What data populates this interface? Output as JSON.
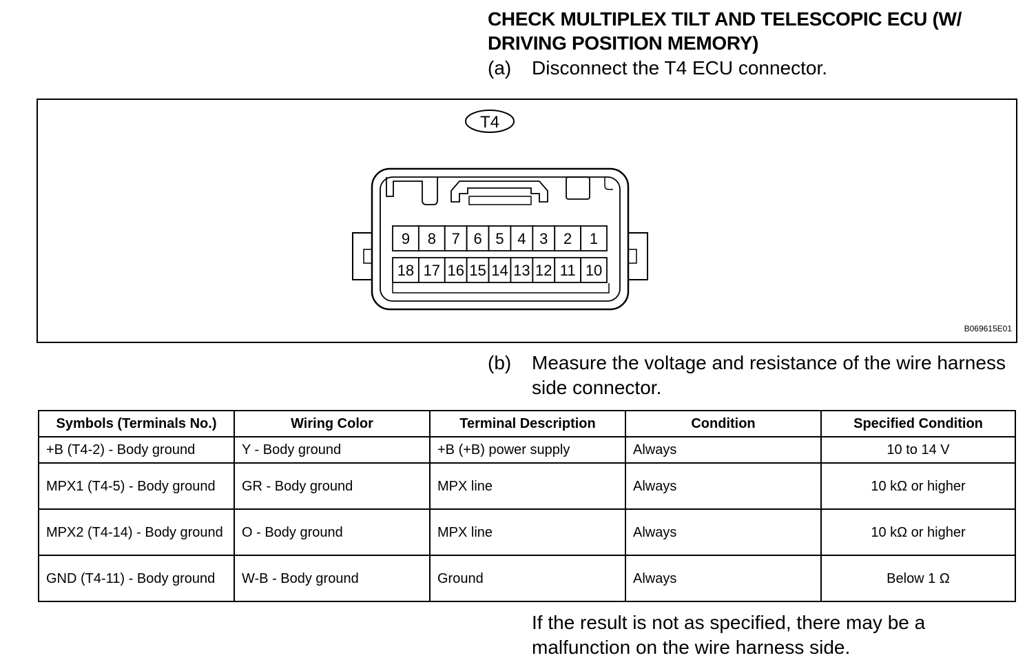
{
  "heading": "CHECK MULTIPLEX TILT AND TELESCOPIC ECU (W/ DRIVING POSITION MEMORY)",
  "step_a": {
    "label": "(a)",
    "text": "Disconnect the T4 ECU connector."
  },
  "figure": {
    "connector_label": "T4",
    "figure_code": "B069615E01",
    "top_row_pins": [
      "9",
      "8",
      "7",
      "6",
      "5",
      "4",
      "3",
      "2",
      "1"
    ],
    "bottom_row_pins": [
      "18",
      "17",
      "16",
      "15",
      "14",
      "13",
      "12",
      "11",
      "10"
    ]
  },
  "step_b": {
    "label": "(b)",
    "text": "Measure the voltage and resistance of the wire harness side connector."
  },
  "table": {
    "headers": [
      "Symbols (Terminals No.)",
      "Wiring Color",
      "Terminal Description",
      "Condition",
      "Specified Condition"
    ],
    "rows": [
      [
        "+B (T4-2) - Body ground",
        "Y - Body ground",
        "+B (+B) power supply",
        "Always",
        "10 to 14 V"
      ],
      [
        "MPX1 (T4-5) -  Body ground",
        "GR - Body ground",
        "MPX line",
        "Always",
        "10 kΩ or higher"
      ],
      [
        "MPX2 (T4-14) -  Body ground",
        "O - Body ground",
        "MPX line",
        "Always",
        "10 kΩ or higher"
      ],
      [
        "GND (T4-11) -  Body ground",
        "W-B - Body ground",
        "Ground",
        "Always",
        "Below 1 Ω"
      ]
    ]
  },
  "note": "If the result is not as specified, there may be a malfunction on the wire harness side."
}
